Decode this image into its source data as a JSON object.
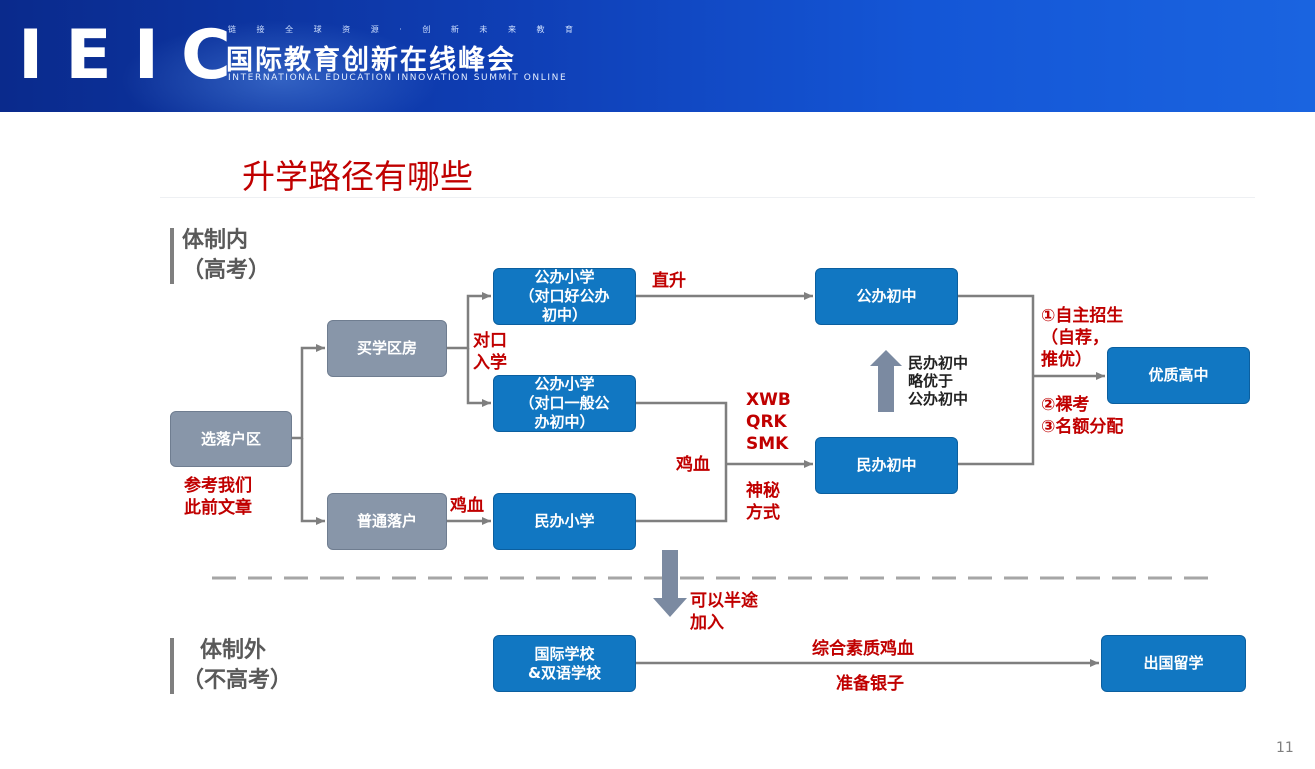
{
  "header": {
    "logo": "IEIC",
    "tagline": "链 接 全 球 资 源 · 创 新 未 来 教 育",
    "cn_name": "国际教育创新在线峰会",
    "en_name": "INTERNATIONAL EDUCATION INNOVATION SUMMIT ONLINE"
  },
  "title": "升学路径有哪些",
  "sections": {
    "inside": {
      "line1": "体制内",
      "line2": "（高考）"
    },
    "outside": {
      "line1": "体制外",
      "line2": "（不高考）"
    }
  },
  "nodes": {
    "choose_district": "选落户区",
    "buy_house": "买学区房",
    "normal_settle": "普通落户",
    "public_primary_good": [
      "公办小学",
      "（对口好公办",
      "初中）"
    ],
    "public_primary_general": [
      "公办小学",
      "（对口一般公",
      "办初中）"
    ],
    "private_primary": "民办小学",
    "public_middle": "公办初中",
    "private_middle": "民办初中",
    "top_high": "优质高中",
    "intl_school": [
      "国际学校",
      "&双语学校"
    ],
    "study_abroad": "出国留学"
  },
  "labels": {
    "ref_articles": [
      "参考我们",
      "此前文章"
    ],
    "matched_entry": [
      "对口",
      "入学"
    ],
    "direct": "直升",
    "jixue_left": "鸡血",
    "jixue_mid": "鸡血",
    "codes": [
      "XWB",
      "QRK",
      "SMK"
    ],
    "mystery": [
      "神秘",
      "方式"
    ],
    "private_better": [
      "民办初中",
      "略优于",
      "公办初中"
    ],
    "admission_ways_1": [
      "①自主招生",
      "（自荐，",
      "推优）"
    ],
    "admission_ways_2": [
      "②裸考",
      "③名额分配"
    ],
    "join_midway": [
      "可以半途",
      "加入"
    ],
    "quality": "综合素质鸡血",
    "money": "准备银子"
  },
  "colors": {
    "blue_box": "#1177c2",
    "gray_box": "#8896a9",
    "red_text": "#c00000",
    "connector": "#7f7f7f"
  },
  "page_number": "11"
}
